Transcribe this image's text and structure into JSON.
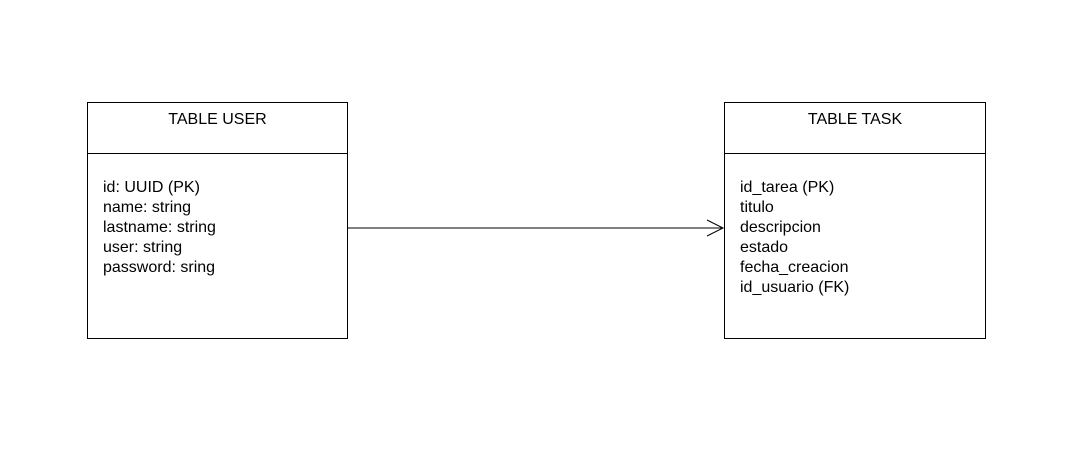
{
  "tables": [
    {
      "title": "TABLE USER",
      "fields": [
        "id: UUID (PK)",
        "name: string",
        "lastname: string",
        "user: string",
        "password: sring"
      ]
    },
    {
      "title": "TABLE TASK",
      "fields": [
        "id_tarea (PK)",
        "titulo",
        "descripcion",
        "estado",
        "fecha_creacion",
        "id_usuario (FK)"
      ]
    }
  ],
  "relationship": {
    "from": "TABLE USER",
    "to": "TABLE TASK",
    "arrow": "open-arrow"
  },
  "colors": {
    "line": "#000000",
    "background": "#ffffff"
  }
}
